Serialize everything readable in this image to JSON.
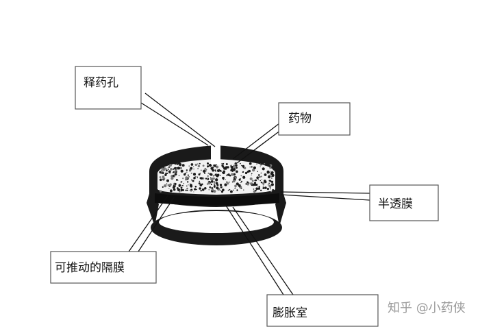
{
  "labels": {
    "release_hole": "释药孔",
    "drug": "药物",
    "semipermeable_membrane": "半透膜",
    "movable_diaphragm": "可推动的隔膜",
    "expansion_chamber": "膨胀室"
  },
  "watermark": "知乎 @小药侠",
  "colors": {
    "ink": "#111111",
    "box_border": "#555555",
    "watermark": "#9a9a9a"
  }
}
